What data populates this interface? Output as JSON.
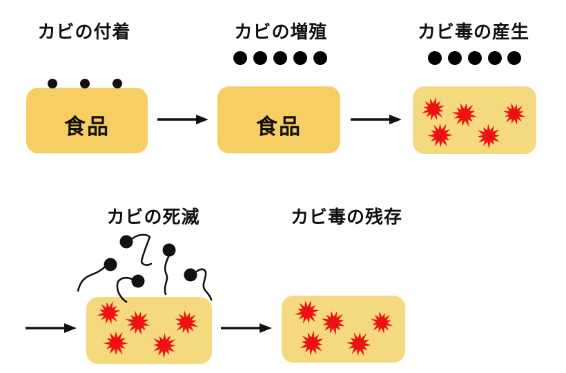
{
  "diagram": {
    "stages": [
      {
        "title": "カビの付着",
        "food_label": "食品",
        "spore_dots": 3
      },
      {
        "title": "カビの増殖",
        "food_label": "食品",
        "mold_pins": 5
      },
      {
        "title": "カビ毒の産生",
        "mold_pins": 5,
        "toxin_bursts": 5
      },
      {
        "title": "カビの死滅",
        "dead_spores": 5,
        "toxin_bursts": 5
      },
      {
        "title": "カビ毒の残存",
        "toxin_bursts": 5
      }
    ],
    "colors": {
      "food_fill": "#F7CE63",
      "food_fill_light": "#F5D97E",
      "toxin_red": "#EE1111",
      "mold_black": "#111111",
      "background": "#FFFFFF",
      "text": "#111111"
    }
  }
}
